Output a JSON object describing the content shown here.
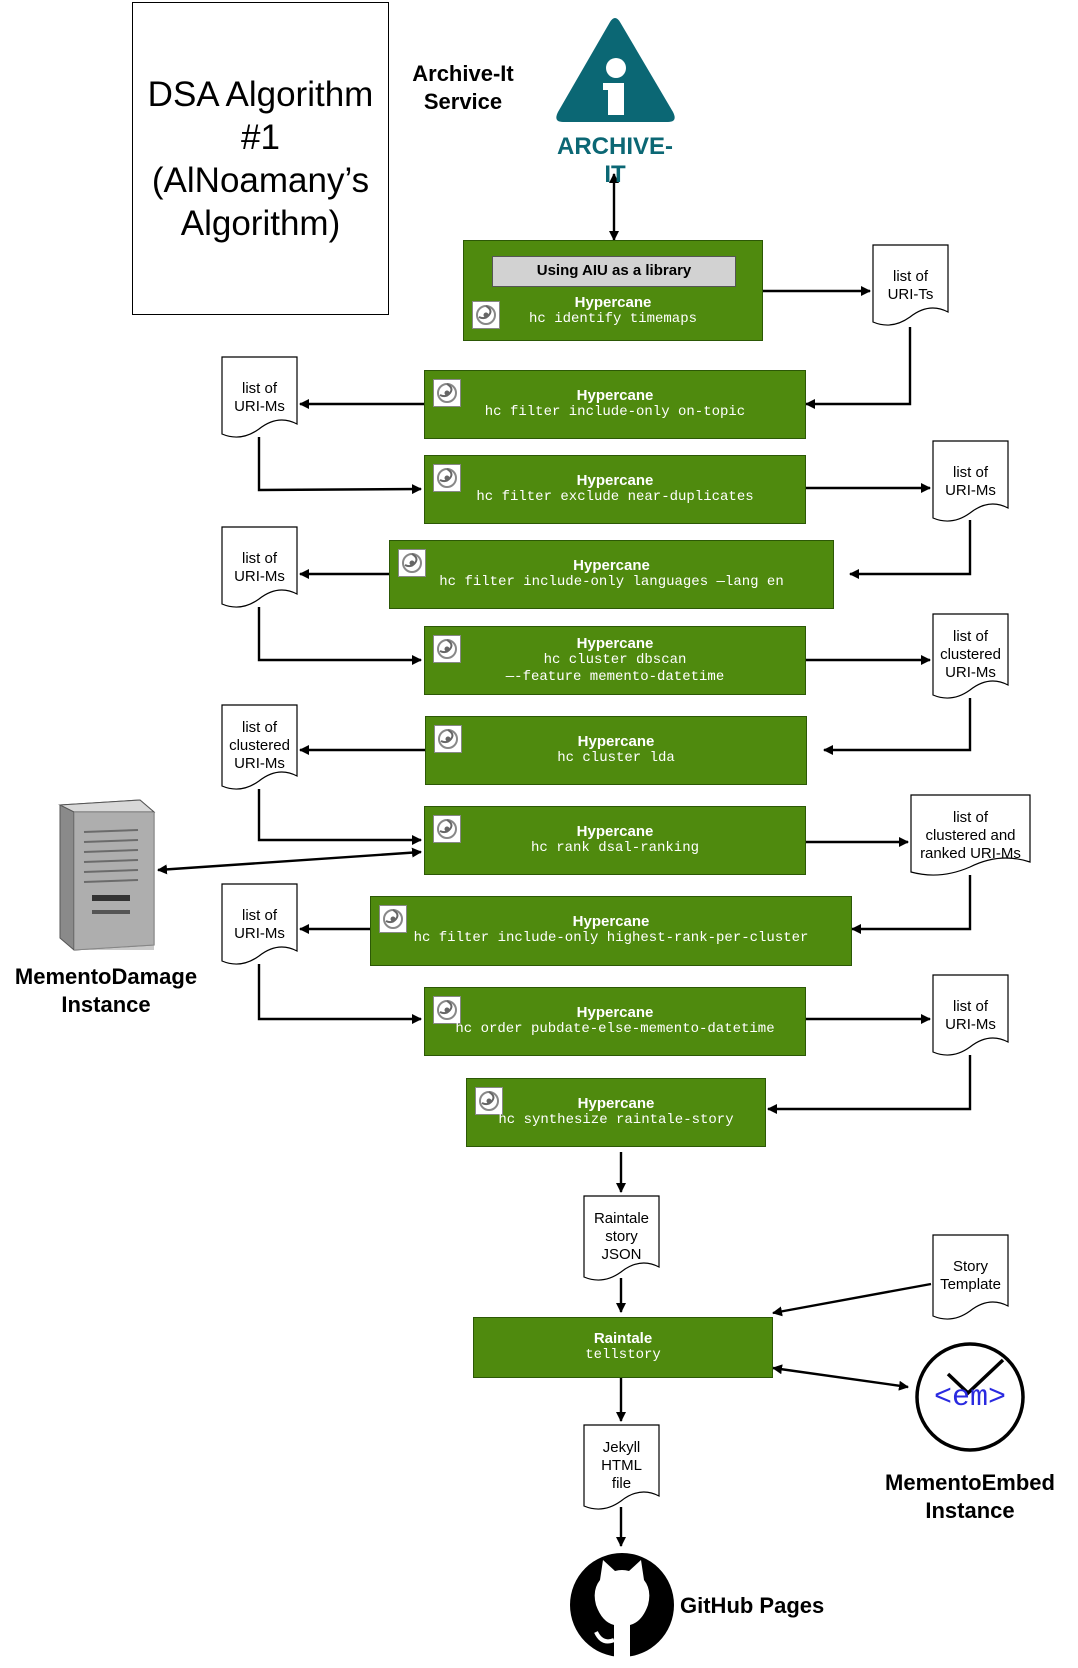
{
  "title": "DSA Algorithm\n#1\n(AlNoamany’s\nAlgorithm)",
  "archive_it": {
    "service_label": "Archive-It\nService",
    "logo_text": "ARCHIVE-IT"
  },
  "library_bar": "Using AIU as a library",
  "process_boxes": [
    {
      "name": "Hypercane",
      "command": "hc identify timemaps"
    },
    {
      "name": "Hypercane",
      "command": "hc filter include-only on-topic"
    },
    {
      "name": "Hypercane",
      "command": "hc filter exclude near-duplicates"
    },
    {
      "name": "Hypercane",
      "command": "hc filter include-only languages —lang en"
    },
    {
      "name": "Hypercane",
      "command": "hc cluster dbscan\n—-feature memento-datetime"
    },
    {
      "name": "Hypercane",
      "command": "hc cluster lda"
    },
    {
      "name": "Hypercane",
      "command": "hc rank dsal-ranking"
    },
    {
      "name": "Hypercane",
      "command": "hc filter include-only highest-rank-per-cluster"
    },
    {
      "name": "Hypercane",
      "command": "hc order pubdate-else-memento-datetime"
    },
    {
      "name": "Hypercane",
      "command": "hc synthesize raintale-story"
    },
    {
      "name": "Raintale",
      "command": "tellstory"
    }
  ],
  "documents": [
    "list of\nURI-Ts",
    "list of\nURI-Ms",
    "list of\nURI-Ms",
    "list of\nURI-Ms",
    "list of\nclustered\nURI-Ms",
    "list of\nclustered\nURI-Ms",
    "list of\nclustered and\nranked URI-Ms",
    "list of\nURI-Ms",
    "list of\nURI-Ms",
    "Raintale\nstory\nJSON",
    "Story\nTemplate",
    "Jekyll\nHTML\nfile"
  ],
  "memento_damage_label": "MementoDamage\nInstance",
  "memento_embed_label": "MementoEmbed\nInstance",
  "memento_embed_logo": "<em>",
  "github_label": "GitHub Pages",
  "icons": [
    "hypercane-icon",
    "raintale-icon",
    "server-icon",
    "memento-embed-icon",
    "github-icon",
    "archive-it-logo"
  ],
  "colors": {
    "box_fill": "#4f8a0e",
    "box_border": "#2c5806",
    "archive_it_teal": "#0b6774",
    "embed_blue": "#2a2ae0"
  }
}
